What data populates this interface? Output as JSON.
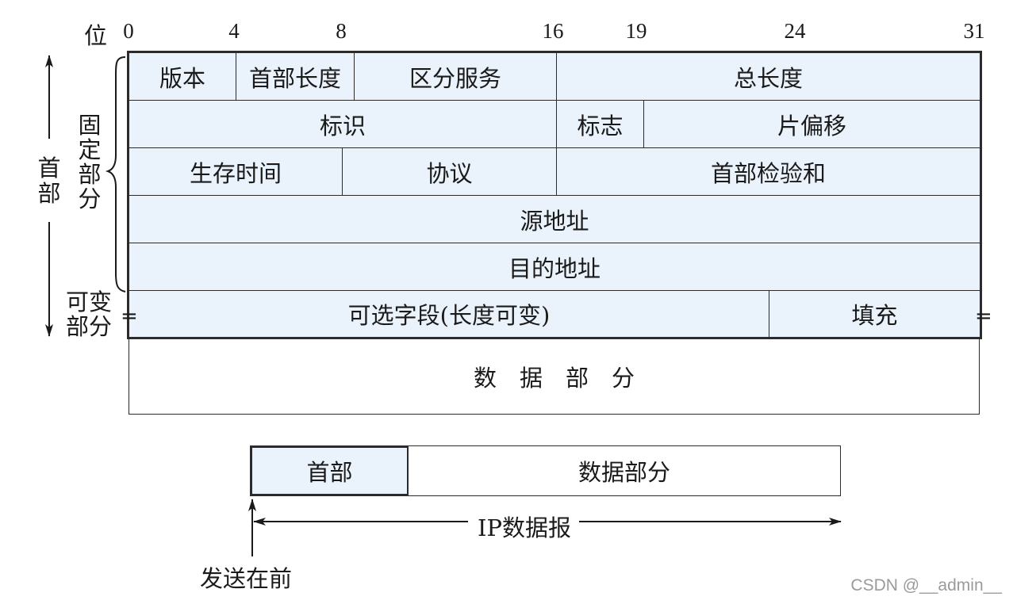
{
  "bit_axis": {
    "label": "位",
    "ticks": [
      "0",
      "4",
      "8",
      "16",
      "19",
      "24",
      "31"
    ]
  },
  "header": {
    "rows": [
      [
        "版本",
        "首部长度",
        "区分服务",
        "总长度"
      ],
      [
        "标识",
        "标志",
        "片偏移"
      ],
      [
        "生存时间",
        "协议",
        "首部检验和"
      ],
      [
        "源地址"
      ],
      [
        "目的地址"
      ],
      [
        "可选字段(长度可变)",
        "填充"
      ]
    ],
    "side_labels": {
      "header": "首部",
      "fixed_part": "固定部分",
      "variable_part": "可变部分"
    },
    "equal_mark": "="
  },
  "data_part": "数　据　部　分",
  "datagram": {
    "head": "首部",
    "data": "数据部分",
    "label": "IP数据报",
    "send_first": "发送在前"
  },
  "watermark": "CSDN @__admin__",
  "colors": {
    "header_fill": "#eaf3fb",
    "border": "#2b2b2b",
    "watermark": "#9a9a9a"
  }
}
